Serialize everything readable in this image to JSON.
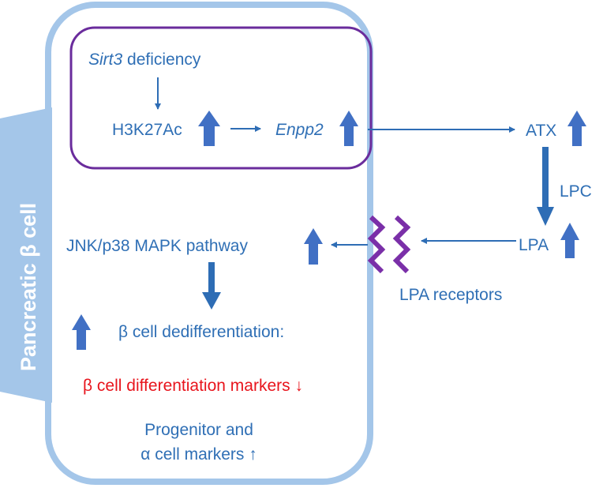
{
  "side_label": {
    "prefix": "Pancreatic ",
    "beta": "β",
    "suffix": " cell"
  },
  "nucleus_box": {
    "sirt3_gene": "Sirt3",
    "sirt3_rest": " deficiency",
    "h3k27ac": "H3K27Ac",
    "enpp2": "Enpp2"
  },
  "extracellular": {
    "atx": "ATX",
    "lpc": "LPC",
    "lpa": "LPA",
    "lpa_receptors": "LPA receptors"
  },
  "intracellular": {
    "pathway": "JNK/p38 MAPK pathway",
    "dediff": "β cell dedifferentiation:",
    "diff_markers": "β cell differentiation markers ↓",
    "progenitor_line1": "Progenitor  and",
    "progenitor_line2": "α cell markers ↑"
  },
  "colors": {
    "cell_membrane": "#a4c6e9",
    "nucleus_border": "#6a2c9c",
    "receptor": "#7a2fa8",
    "text_blue": "#2f6fb5",
    "arrow_blue": "#2e6db5",
    "up_arrow_fill": "#4170c4",
    "text_red": "#e8141c"
  }
}
